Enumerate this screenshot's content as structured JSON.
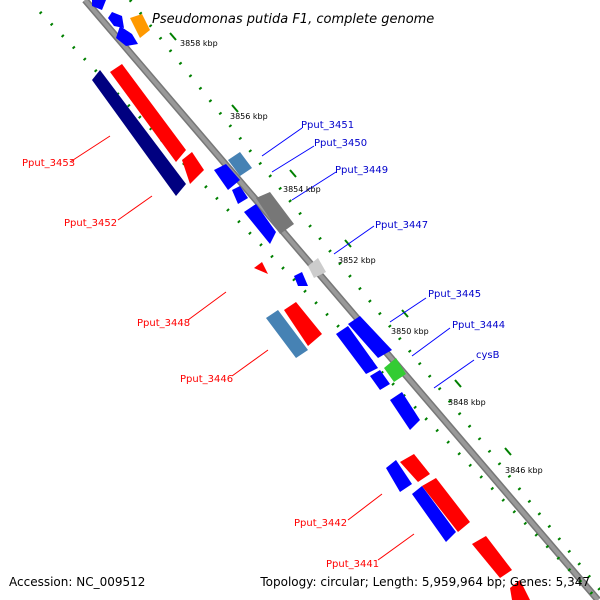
{
  "title": "Pseudomonas putida F1, complete genome",
  "accession": "Accession: NC_009512",
  "topology": "Topology: circular; Length: 5,959,964 bp; Genes: 5,347",
  "scale_labels": {
    "k3858": "3858 kbp",
    "k3856": "3856 kbp",
    "k3854": "3854 kbp",
    "k3852": "3852 kbp",
    "k3850": "3850 kbp",
    "k3848": "3848 kbp",
    "k3846": "3846 kbp"
  },
  "genes": {
    "pput_3453": "Pput_3453",
    "pput_3452": "Pput_3452",
    "pput_3451": "Pput_3451",
    "pput_3450": "Pput_3450",
    "pput_3449": "Pput_3449",
    "pput_3448": "Pput_3448",
    "pput_3447": "Pput_3447",
    "pput_3446": "Pput_3446",
    "pput_3445": "Pput_3445",
    "pput_3444": "Pput_3444",
    "cysB": "cysB",
    "pput_3442": "Pput_3442",
    "pput_3441": "Pput_3441"
  },
  "colors": {
    "forward": "#ff0000",
    "reverse": "#0000ff",
    "dark_reverse": "#000080",
    "steel": "#4682b4",
    "gray": "#777777",
    "light_gray": "#cccccc",
    "green": "#33cc33",
    "orange": "#ff9900",
    "tick": "#008000"
  }
}
